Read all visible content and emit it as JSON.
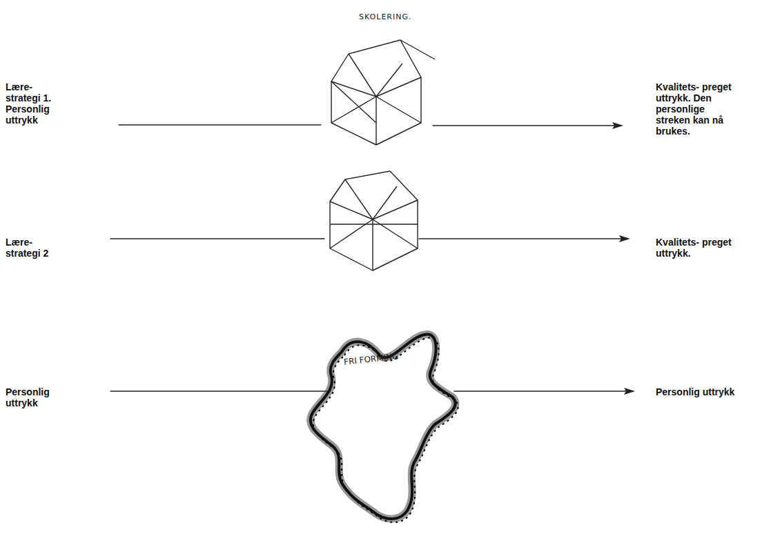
{
  "diagram": {
    "nodes": [
      {
        "text": [
          "FRI FORMING"
        ]
      }
    ],
    "labels": [
      "SKOLERING.",
      "Lære- strategi 1. Personlig uttrykk",
      "Kvalitets- preget uttrykk. Den personlige streken kan nå brukes.",
      "Lære- strategi 2",
      "Kvalitets- preget uttrykk.",
      "Personlig uttrykk",
      "Personlig uttrykk"
    ]
  }
}
